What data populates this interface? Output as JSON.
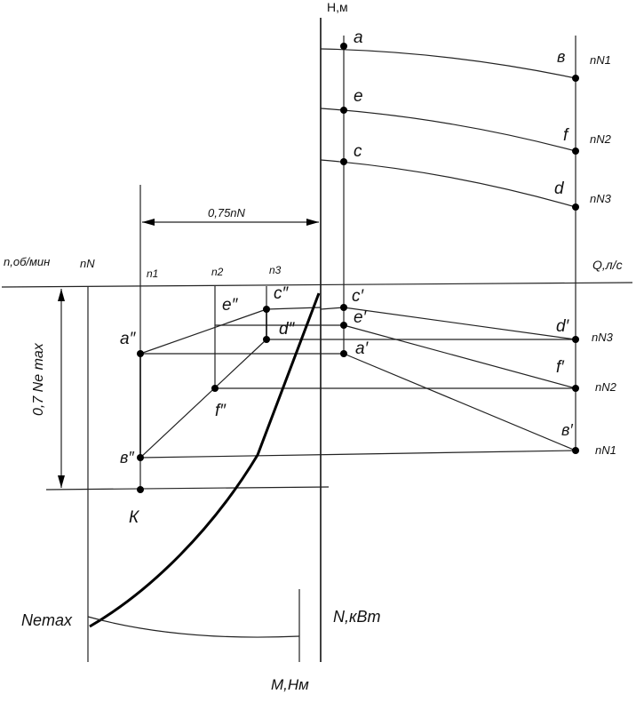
{
  "axes": {
    "head": "Н,м",
    "flow": "Q,л/с",
    "speed": "n,об/мин",
    "power": "N,кВт",
    "torque": "М,Нм"
  },
  "dimensions": {
    "speed_offset": "0,75nN",
    "power_fraction": "0,7  Ne max"
  },
  "speed_marks": {
    "nN": "nN",
    "n1": "n1",
    "n2": "n2",
    "n3": "n3"
  },
  "curve_labels": {
    "nN1_top": "nN1",
    "nN2_top": "nN2",
    "nN3_top": "nN3",
    "nN3_bottom": "nN3",
    "nN2_bottom": "nN2",
    "nN1_bottom": "nN1"
  },
  "points": {
    "a": "a",
    "e": "e",
    "c": "c",
    "b": "в",
    "f": "f",
    "d": "d",
    "c_prime": "c′",
    "e_prime": "e′",
    "a_prime": "a′",
    "d_prime": "d′",
    "f_prime": "f′",
    "b_prime": "в′",
    "c_dbl": "c″",
    "e_dbl": "e″",
    "d_dbl": "d″",
    "a_dbl": "a″",
    "f_dbl": "f″",
    "b_dbl": "в″",
    "K": "К"
  },
  "engine": {
    "max_power": "Nemax"
  }
}
